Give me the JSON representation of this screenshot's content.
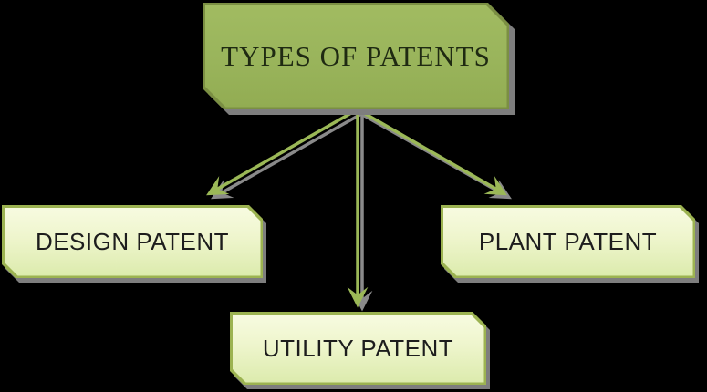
{
  "diagram": {
    "title": "Types of Patents flowchart",
    "root": {
      "label": "TYPES OF PATENTS"
    },
    "children": [
      {
        "label": "DESIGN PATENT"
      },
      {
        "label": "UTILITY PATENT"
      },
      {
        "label": "PLANT PATENT"
      }
    ],
    "connections": [
      {
        "from": "TYPES OF PATENTS",
        "to": "DESIGN PATENT"
      },
      {
        "from": "TYPES OF PATENTS",
        "to": "UTILITY PATENT"
      },
      {
        "from": "TYPES OF PATENTS",
        "to": "PLANT PATENT"
      }
    ]
  },
  "colors": {
    "background": "#000000",
    "root_fill": "#9ab45c",
    "root_border": "#7b8f43",
    "root_text": "#1f2a12",
    "child_fill_top": "#f7fbe0",
    "child_fill_bottom": "#dcebad",
    "child_border": "#9cb351",
    "child_text": "#1d1d1d",
    "arrow": "#9bb857",
    "shadow": "#7e7e7e"
  }
}
